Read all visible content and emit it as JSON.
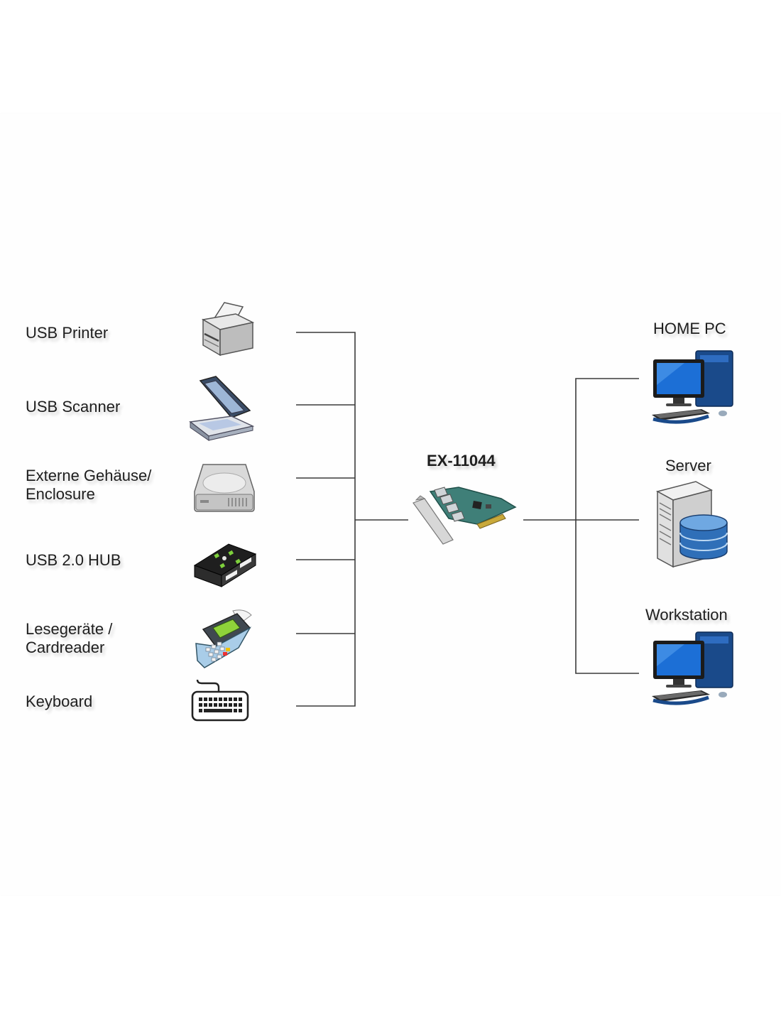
{
  "card": {
    "model": "EX-11044"
  },
  "devices": [
    {
      "label": "USB Printer",
      "icon": "printer-icon"
    },
    {
      "label": "USB Scanner",
      "icon": "scanner-icon"
    },
    {
      "label_line1": "Externe Gehäuse/",
      "label_line2": "Enclosure",
      "icon": "hard-drive-enclosure-icon"
    },
    {
      "label": "USB 2.0 HUB",
      "icon": "usb-hub-icon"
    },
    {
      "label_line1": "Lesegeräte /",
      "label_line2": "Cardreader",
      "icon": "card-reader-terminal-icon"
    },
    {
      "label": "Keyboard",
      "icon": "keyboard-icon"
    }
  ],
  "hosts": [
    {
      "label": "HOME PC",
      "icon": "desktop-computer-icon"
    },
    {
      "label": "Server",
      "icon": "server-database-icon"
    },
    {
      "label": "Workstation",
      "icon": "desktop-computer-icon"
    }
  ]
}
